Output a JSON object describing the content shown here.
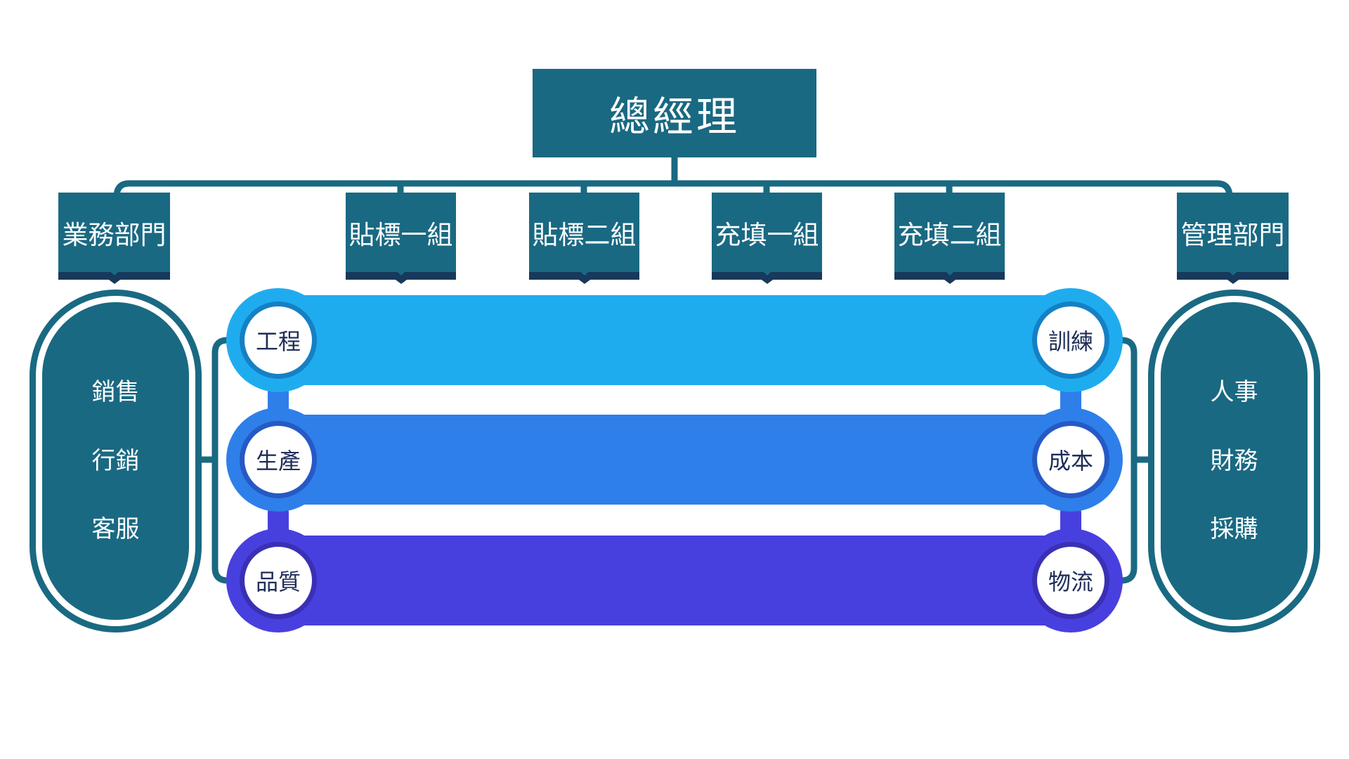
{
  "colors": {
    "teal": "#1A6982",
    "navy": "#17395C",
    "bar1": "#1FACEF",
    "bar2": "#2E7FE9",
    "bar3": "#4740DF",
    "ring1": "#1580C4",
    "ring2": "#2659C5",
    "ring3": "#3A30B5",
    "text": "#1F2D58"
  },
  "root": {
    "label": "總經理"
  },
  "departments": [
    {
      "label": "業務部門"
    },
    {
      "label": "貼標一組"
    },
    {
      "label": "貼標二組"
    },
    {
      "label": "充填一組"
    },
    {
      "label": "充填二組"
    },
    {
      "label": "管理部門"
    }
  ],
  "left_pill": {
    "items": [
      {
        "label": "銷售"
      },
      {
        "label": "行銷"
      },
      {
        "label": "客服"
      }
    ]
  },
  "right_pill": {
    "items": [
      {
        "label": "人事"
      },
      {
        "label": "財務"
      },
      {
        "label": "採購"
      }
    ]
  },
  "process_rows": [
    {
      "left_label": "工程",
      "right_label": "訓練"
    },
    {
      "left_label": "生產",
      "right_label": "成本"
    },
    {
      "left_label": "品質",
      "right_label": "物流"
    }
  ]
}
